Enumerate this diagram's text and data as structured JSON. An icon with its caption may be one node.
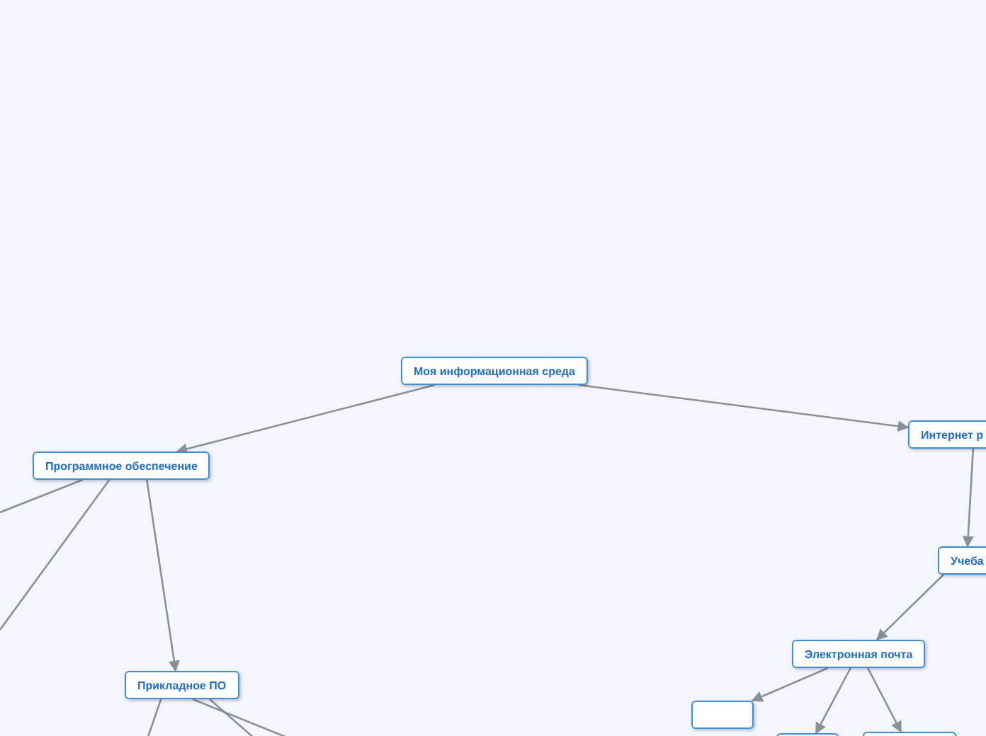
{
  "diagram": {
    "nodes": [
      {
        "text": [
          "Моя информационная среда"
        ]
      },
      {
        "text": [
          "Программное обеспечение"
        ]
      },
      {
        "text": [
          "Интернет р"
        ]
      },
      {
        "text": [
          "Прикладное ПО"
        ]
      },
      {
        "text": [
          "Учеба"
        ]
      },
      {
        "text": [
          "Электронная почта"
        ]
      },
      {
        "text": [],
        "shape": "box"
      },
      {
        "text": [],
        "shape": "box"
      },
      {
        "text": [],
        "shape": "box"
      }
    ],
    "edges": [
      {
        "from": 0,
        "to": 1,
        "arrow": "to"
      },
      {
        "from": 0,
        "to": 2,
        "arrow": "to"
      },
      {
        "from": 1,
        "to": null,
        "arrow": "none"
      },
      {
        "from": 1,
        "to": null,
        "arrow": "none"
      },
      {
        "from": 1,
        "to": 3,
        "arrow": "to"
      },
      {
        "from": 3,
        "to": null,
        "arrow": "none"
      },
      {
        "from": 3,
        "to": null,
        "arrow": "none"
      },
      {
        "from": 3,
        "to": null,
        "arrow": "none"
      },
      {
        "from": 2,
        "to": 4,
        "arrow": "to"
      },
      {
        "from": 4,
        "to": 5,
        "arrow": "to"
      },
      {
        "from": 5,
        "to": 6,
        "arrow": "to"
      },
      {
        "from": 5,
        "to": 7,
        "arrow": "to"
      },
      {
        "from": 5,
        "to": 8,
        "arrow": "to"
      }
    ]
  }
}
